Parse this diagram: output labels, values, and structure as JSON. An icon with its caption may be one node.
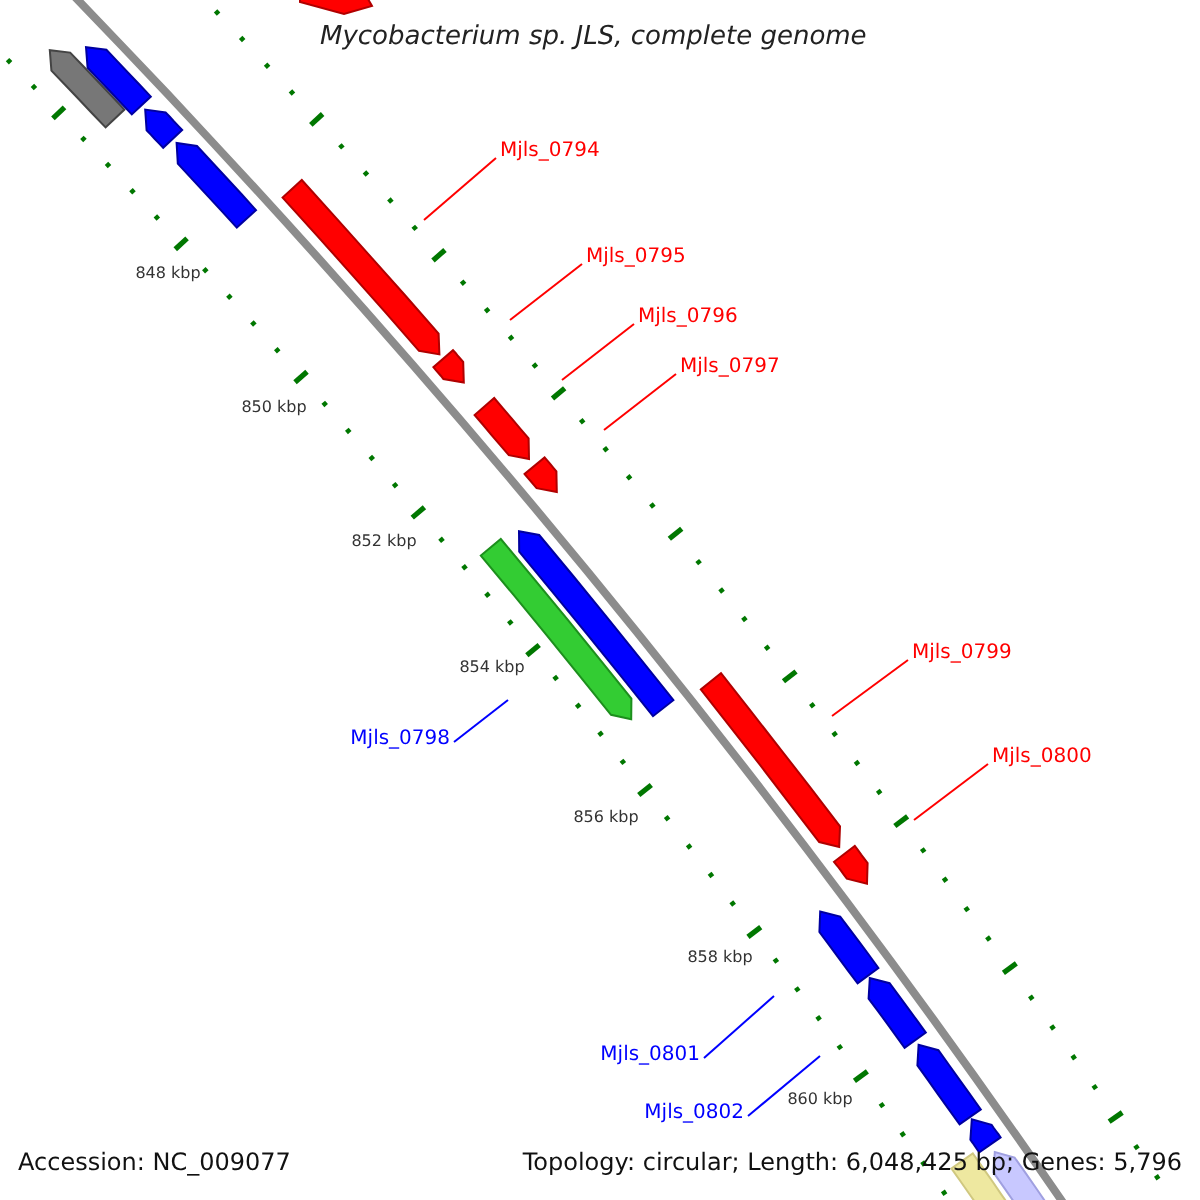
{
  "diagram": {
    "title": "Mycobacterium sp. JLS, complete genome",
    "nodes": [
      {
        "text": [
          "Mjls_0794"
        ]
      },
      {
        "text": [
          "Mjls_0795"
        ]
      },
      {
        "text": [
          "Mjls_0796"
        ]
      },
      {
        "text": [
          "Mjls_0797"
        ]
      },
      {
        "text": [
          "Mjls_0799"
        ]
      },
      {
        "text": [
          "Mjls_0798"
        ]
      },
      {
        "text": [
          "Mjls_0800"
        ]
      },
      {
        "text": [
          "Mjls_0801"
        ]
      },
      {
        "text": [
          "Mjls_0802"
        ]
      }
    ],
    "edges": [
      {
        "from": 0,
        "to": null,
        "arrow": "none"
      },
      {
        "from": 1,
        "to": null,
        "arrow": "none"
      },
      {
        "from": 2,
        "to": null,
        "arrow": "none"
      },
      {
        "from": 3,
        "to": null,
        "arrow": "none"
      },
      {
        "from": 4,
        "to": null,
        "arrow": "none"
      },
      {
        "from": 5,
        "to": null,
        "arrow": "none",
        "color": "#0000ff"
      },
      {
        "from": 6,
        "to": null,
        "arrow": "none"
      },
      {
        "from": 7,
        "to": null,
        "arrow": "none",
        "color": "#0000ff"
      },
      {
        "from": 8,
        "to": null,
        "arrow": "none",
        "color": "#0000ff"
      }
    ],
    "labels": [
      "848 kbp",
      "850 kbp",
      "852 kbp",
      "854 kbp",
      "856 kbp",
      "858 kbp",
      "860 kbp",
      "Accession: NC_009077",
      "Topology: circular; Length: 6,048,425 bp; Genes: 5,796"
    ]
  }
}
